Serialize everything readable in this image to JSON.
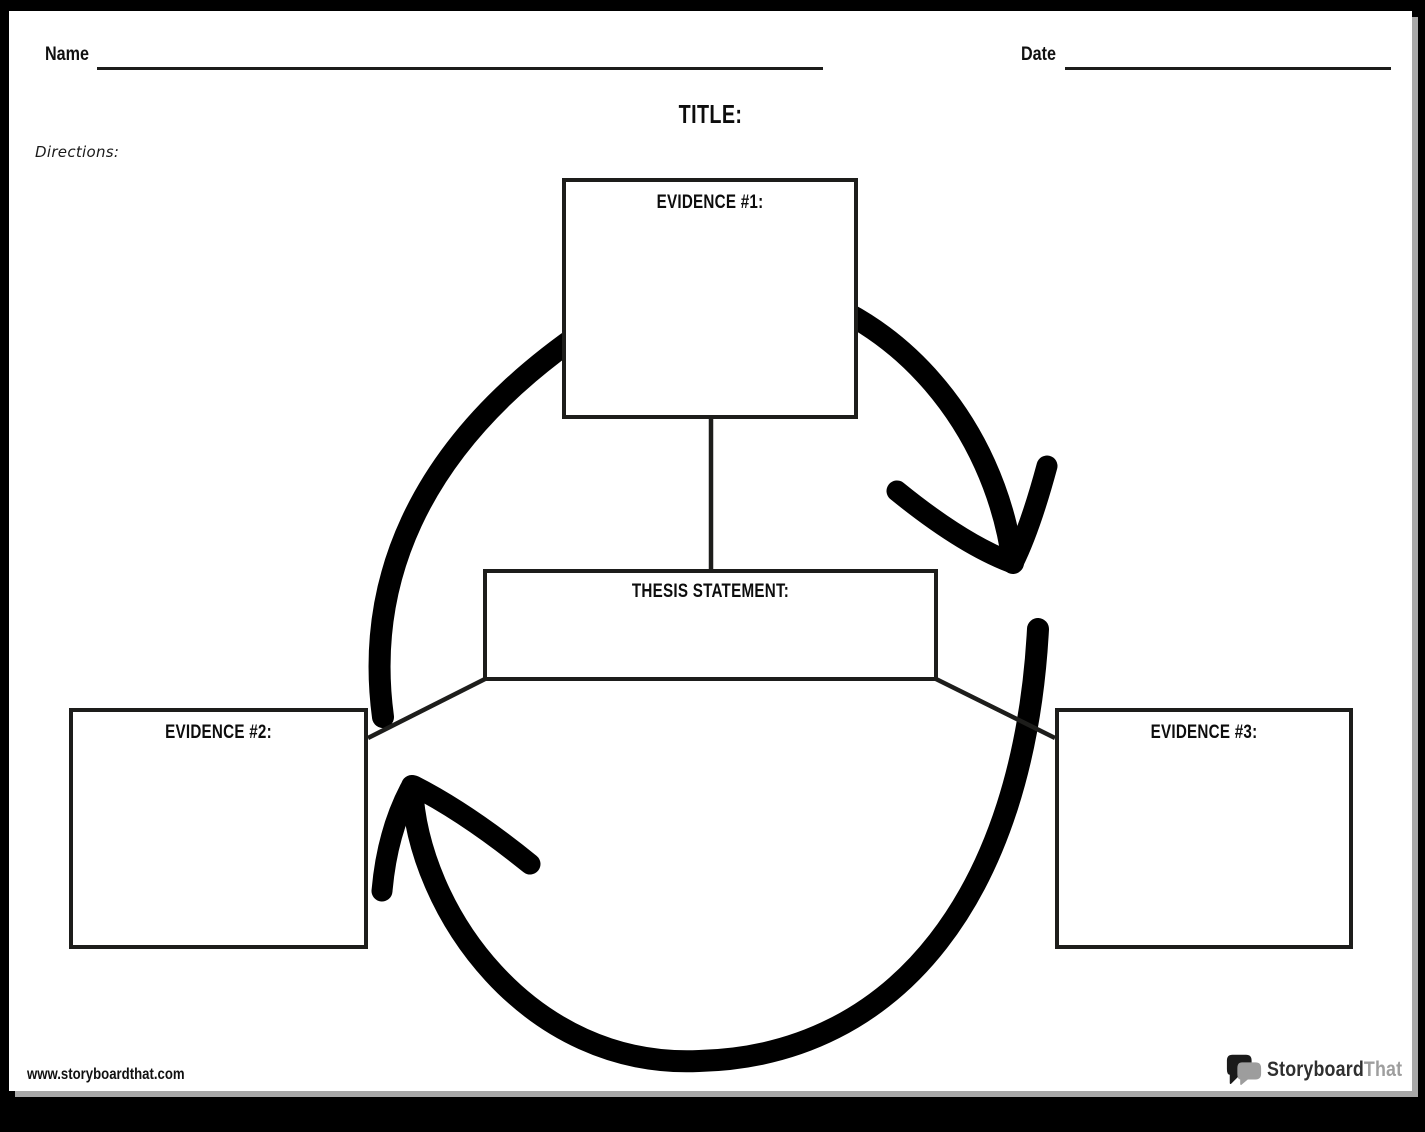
{
  "header": {
    "name_label": "Name",
    "date_label": "Date",
    "title_label": "TITLE:",
    "directions_label": "Directions:"
  },
  "diagram": {
    "boxes": [
      {
        "id": "evidence1",
        "label": "EVIDENCE #1:"
      },
      {
        "id": "thesis",
        "label": "THESIS STATEMENT:"
      },
      {
        "id": "evidence2",
        "label": "EVIDENCE #2:"
      },
      {
        "id": "evidence3",
        "label": "EVIDENCE #3:"
      }
    ],
    "flow": "circular-clockwise"
  },
  "footer": {
    "website": "www.storyboardthat.com",
    "logo_text_primary": "Storyboard",
    "logo_text_secondary": "That"
  },
  "colors": {
    "frame": "#000000",
    "page_bg": "#ffffff",
    "ink": "#1d1d1b",
    "logo_gray": "#9e9e9e",
    "page_shadow": "#a8a8a8"
  }
}
